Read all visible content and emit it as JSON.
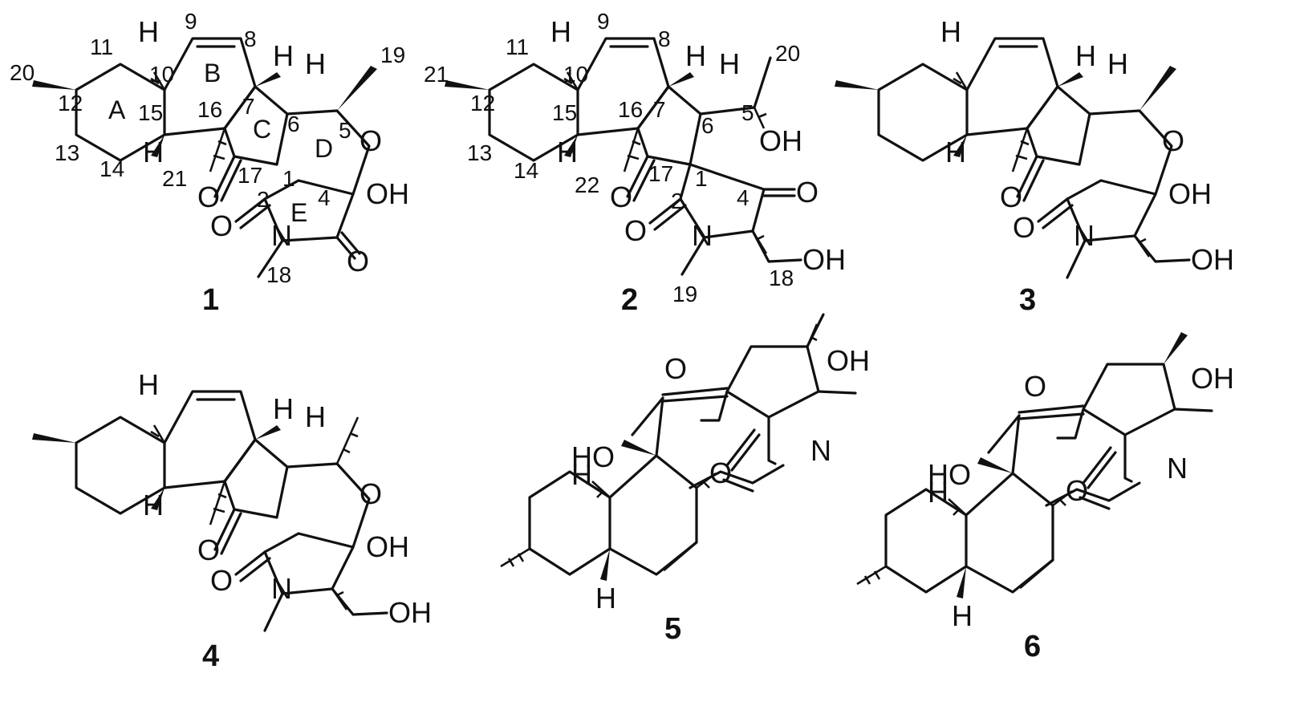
{
  "figure": {
    "compounds": [
      {
        "id": "1",
        "atom_labels": [
          "H",
          "H",
          "H",
          "H",
          "O",
          "O",
          "O",
          "N",
          "O",
          "OH"
        ],
        "ring_labels": [
          "A",
          "B",
          "C",
          "D",
          "E"
        ],
        "locants": [
          "1",
          "2",
          "4",
          "5",
          "6",
          "7",
          "8",
          "9",
          "10",
          "11",
          "12",
          "13",
          "14",
          "15",
          "16",
          "17",
          "18",
          "19",
          "20",
          "21"
        ]
      },
      {
        "id": "2",
        "atom_labels": [
          "H",
          "H",
          "H",
          "H",
          "O",
          "O",
          "N",
          "O",
          "OH",
          "OH"
        ],
        "locants": [
          "1",
          "2",
          "4",
          "5",
          "6",
          "7",
          "8",
          "9",
          "10",
          "11",
          "12",
          "13",
          "14",
          "15",
          "16",
          "17",
          "18",
          "19",
          "20",
          "21",
          "22"
        ]
      },
      {
        "id": "3",
        "atom_labels": [
          "H",
          "H",
          "H",
          "H",
          "O",
          "O",
          "N",
          "O",
          "OH",
          "OH"
        ]
      },
      {
        "id": "4",
        "atom_labels": [
          "H",
          "H",
          "H",
          "H",
          "O",
          "O",
          "N",
          "O",
          "OH",
          "OH"
        ]
      },
      {
        "id": "5",
        "atom_labels": [
          "O",
          "OH",
          "HO",
          "N",
          "O",
          "H",
          "H"
        ]
      },
      {
        "id": "6",
        "atom_labels": [
          "O",
          "OH",
          "HO",
          "N",
          "O",
          "H",
          "H"
        ]
      }
    ]
  }
}
